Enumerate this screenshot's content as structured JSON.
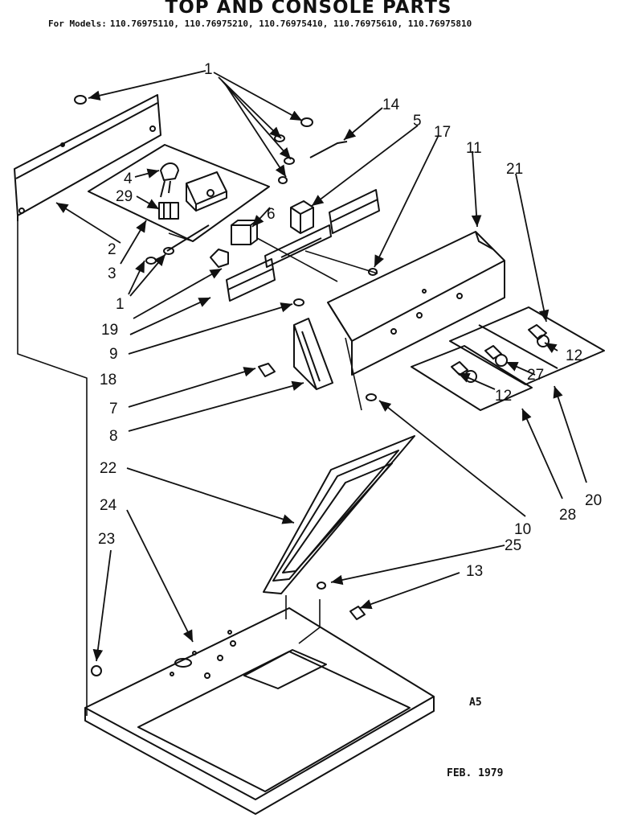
{
  "header": {
    "title": "TOP AND CONSOLE PARTS",
    "models_label": "For Models:",
    "models": "110.76975110, 110.76975210, 110.76975410, 110.76975610, 110.76975810"
  },
  "callouts": {
    "c1a": "1",
    "c14": "14",
    "c5": "5",
    "c17": "17",
    "c11": "11",
    "c21": "21",
    "c4": "4",
    "c29": "29",
    "c6": "6",
    "c2": "2",
    "c3": "3",
    "c1b": "1",
    "c19": "19",
    "c9": "9",
    "c18": "18",
    "c7": "7",
    "c8": "8",
    "c12a": "12",
    "c27": "27",
    "c12b": "12",
    "c20": "20",
    "c28": "28",
    "c10": "10",
    "c22": "22",
    "c24": "24",
    "c23": "23",
    "c25": "25",
    "c13": "13"
  },
  "footer": {
    "code": "A5",
    "date": "FEB. 1979"
  }
}
